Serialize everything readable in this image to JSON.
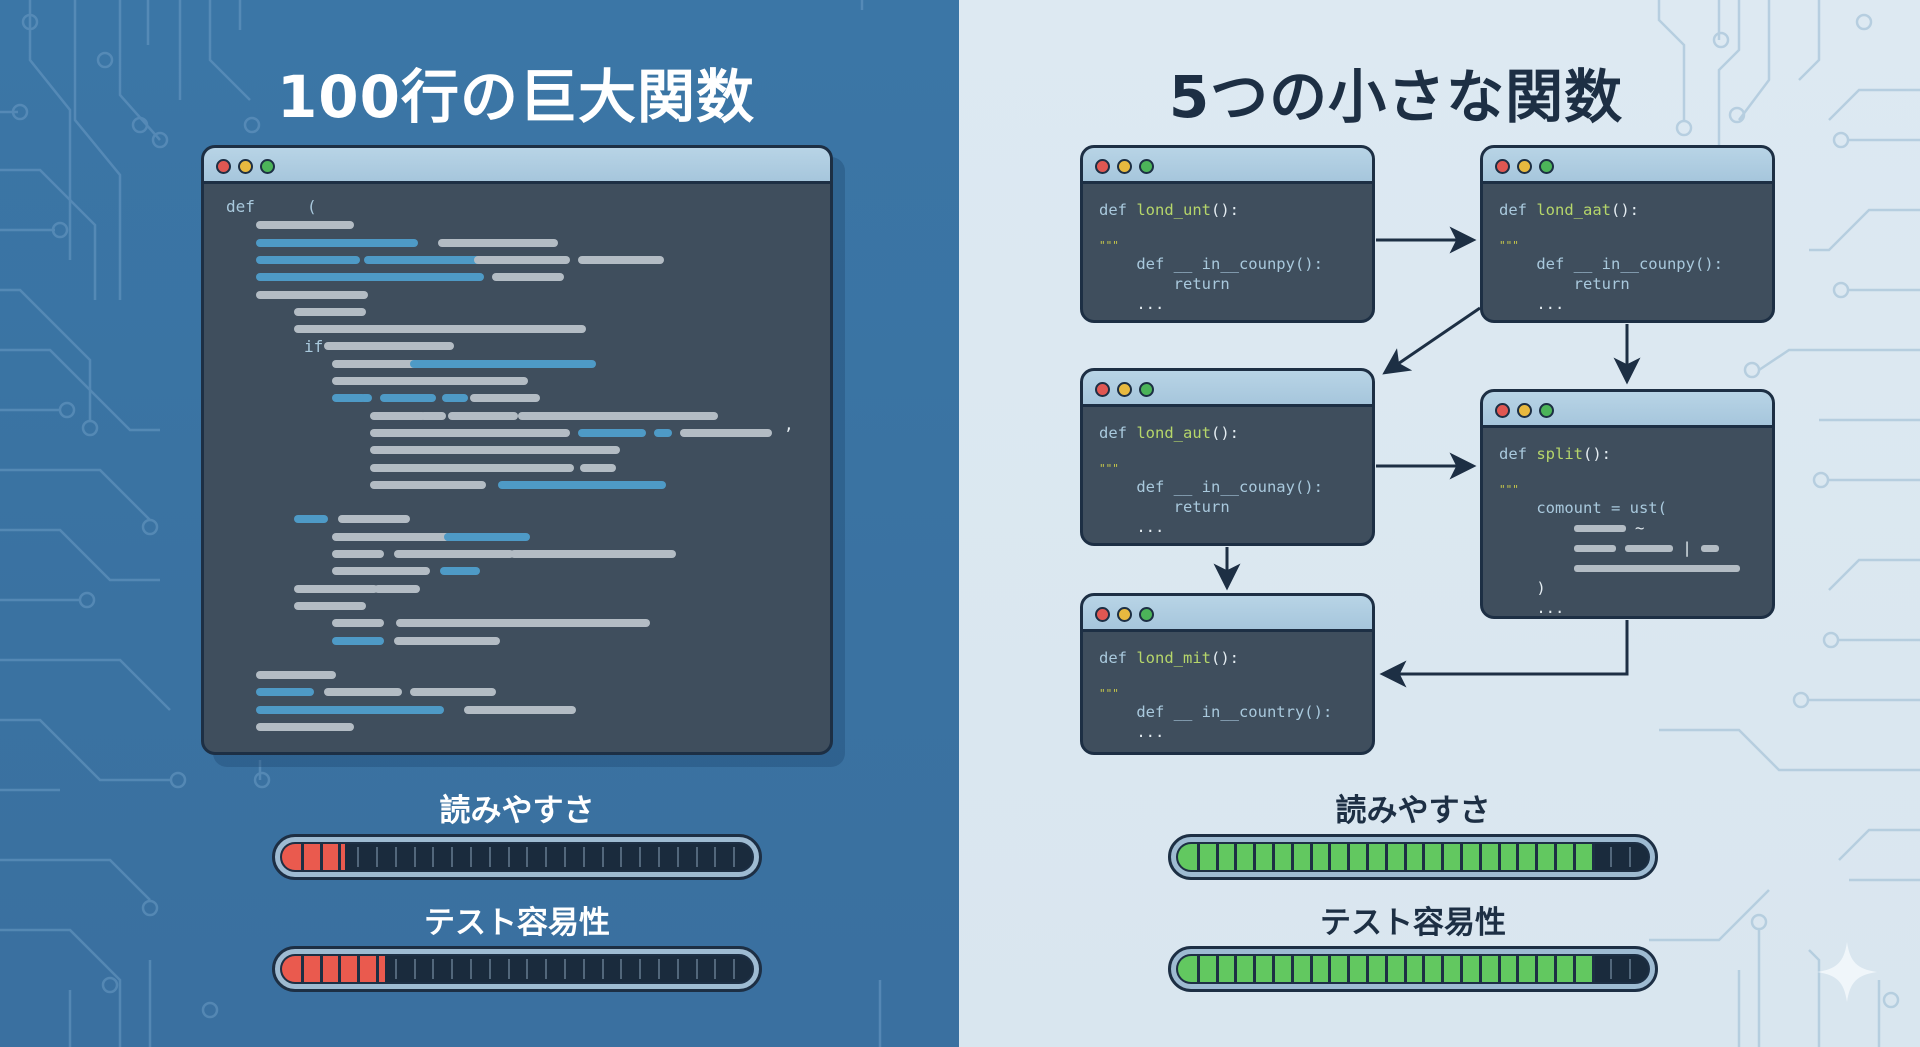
{
  "left": {
    "title": "100行の巨大関数",
    "code_window": {
      "keyword_def": "def",
      "keyword_if": "if",
      "open_paren": "(",
      "comma": ","
    },
    "metrics": [
      {
        "label": "読みやすさ",
        "level": 0.135,
        "color": "#ea5a4e"
      },
      {
        "label": "テスト容易性",
        "level": 0.22,
        "color": "#ea5a4e"
      }
    ]
  },
  "right": {
    "title": "5つの小さな関数",
    "windows": [
      {
        "name": "lond_unt",
        "line1_def": "def",
        "line1_fn": "lond_unt",
        "line1_end": "():",
        "doc": "\"\"\"",
        "line2": "def __ in__counpy():",
        "line3": "return",
        "line4": "..."
      },
      {
        "name": "lond_aat",
        "line1_def": "def",
        "line1_fn": "lond_aat",
        "line1_end": "():",
        "doc": "\"\"\"",
        "line2": "def __ in__counpy():",
        "line3": "return",
        "line4": "..."
      },
      {
        "name": "lond_aut",
        "line1_def": "def",
        "line1_fn": "lond_aut",
        "line1_end": "():",
        "doc": "\"\"\"",
        "line2": "def __ in__counay():",
        "line3": "return",
        "line4": "..."
      },
      {
        "name": "split",
        "line1_def": "def",
        "line1_fn": "split",
        "line1_end": "():",
        "doc": "\"\"\"",
        "line2": "comount = ust(",
        "tilde": "~",
        "pipe": "|",
        "close": ")",
        "line4": "..."
      },
      {
        "name": "lond_mit",
        "line1_def": "def",
        "line1_fn": "lond_mit",
        "line1_end": "():",
        "doc": "\"\"\"",
        "line2": "def __ in__country():",
        "line4": "..."
      }
    ],
    "metrics": [
      {
        "label": "読みやすさ",
        "level": 0.885,
        "color": "#62c860"
      },
      {
        "label": "テスト容易性",
        "level": 0.885,
        "color": "#62c860"
      }
    ]
  },
  "meter_segments": 25,
  "colors": {
    "left_background": "#3a73a3",
    "right_background": "#dbe8f1",
    "window_body": "#3f4e5d",
    "window_titlebar": "#a6c6dc",
    "outline": "#1d2f44",
    "code_keyword": "#a9c9dd",
    "code_function": "#b6d66a",
    "code_block_gray": "#b3bcc4",
    "code_block_blue": "#4e9ac6",
    "code_block_green": "#7ac843"
  }
}
